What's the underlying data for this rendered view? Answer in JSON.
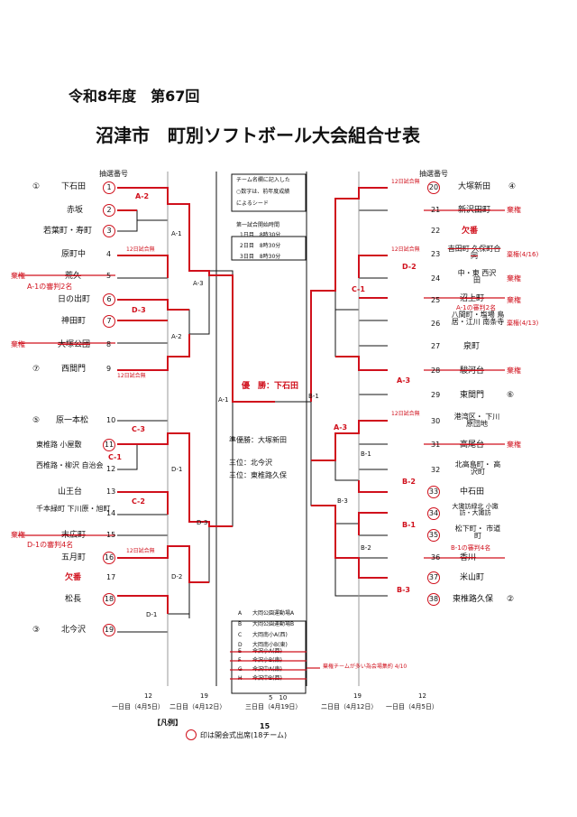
{
  "title": {
    "line1": "令和8年度　第67回",
    "line2": "沼津市　町別ソフトボール大会組合せ表"
  },
  "lottery_label": "抽選番号",
  "left_teams": [
    {
      "seed": "①",
      "name": "下石田",
      "no": "1"
    },
    {
      "name": "赤坂",
      "no": "2"
    },
    {
      "name": "若葉町・寿町",
      "no": "3"
    },
    {
      "name": "原町中",
      "no": "4"
    },
    {
      "side": "棄権",
      "name": "荒久",
      "no": "5"
    },
    {
      "name": "日の出町",
      "no": "6"
    },
    {
      "name": "神田町",
      "no": "7"
    },
    {
      "side": "棄権",
      "name": "大塚公団",
      "no": "8"
    },
    {
      "seed": "⑦",
      "name": "西間門",
      "no": "9"
    },
    {
      "seed": "⑤",
      "name": "原一本松",
      "no": "10"
    },
    {
      "name": "東椎路 小屋敷",
      "no": "11"
    },
    {
      "name": "西椎路・柳沢 自治会",
      "no": "12"
    },
    {
      "name": "山王台",
      "no": "13"
    },
    {
      "name": "千本緑町 下川原・旭町",
      "no": "14"
    },
    {
      "side": "棄権",
      "name": "末広町",
      "no": "15"
    },
    {
      "name": "五月町",
      "no": "16"
    },
    {
      "name": "欠番",
      "no": "17"
    },
    {
      "name": "松長",
      "no": "18"
    },
    {
      "seed": "③",
      "name": "北今沢",
      "no": "19"
    }
  ],
  "right_teams": [
    {
      "seed": "④",
      "name": "大塚新田",
      "no": "20"
    },
    {
      "name": "新沢田町",
      "no": "21",
      "side": "棄権"
    },
    {
      "name": "欠番",
      "no": "22"
    },
    {
      "name": "吉田町 久保町合同",
      "no": "23",
      "side": "棄権(4/16)"
    },
    {
      "name": "中・東 西沢田",
      "no": "24",
      "side": "棄権"
    },
    {
      "name": "沼上町",
      "no": "25",
      "side": "棄権"
    },
    {
      "name": "八間町・塩場 鳥居・江川 南条寺",
      "no": "26",
      "side": "棄権(4/13)"
    },
    {
      "name": "泉町",
      "no": "27"
    },
    {
      "name": "駿河台",
      "no": "28",
      "side": "棄権"
    },
    {
      "seed": "⑥",
      "name": "東間門",
      "no": "29"
    },
    {
      "name": "港湾区・ 下川原団地",
      "no": "30"
    },
    {
      "name": "高尾台",
      "no": "31",
      "side": "棄権"
    },
    {
      "name": "北高島町・ 高沢町",
      "no": "32"
    },
    {
      "name": "中石田",
      "no": "33"
    },
    {
      "name": "大諏訪緑北 小諏訪・大諏訪",
      "no": "34"
    },
    {
      "name": "松下町・ 市道町",
      "no": "35"
    },
    {
      "name": "香川",
      "no": "36"
    },
    {
      "name": "米山町",
      "no": "37"
    },
    {
      "seed": "②",
      "name": "東椎路久保",
      "no": "38"
    }
  ],
  "notes": {
    "a1_default": "A-1の審判2名",
    "d1_default": "D-1の審判4名",
    "a1_default_r": "A-1の審判2名",
    "b1_default": "B-1の審判4名",
    "day2_no_game": "12日試合無",
    "rule_box": [
      "チーム名欄に記入した",
      "○数字は、前年度成績",
      "によるシード"
    ],
    "start_title": "第一試合開始時間",
    "start_times": [
      "1日目　8時30分",
      "2日目　8時30分",
      "3日目　8時30分"
    ],
    "champion": "優　勝：下石田",
    "runner_up": "準優勝：大塚新田",
    "third1": "三位：北今沢",
    "third2": "三位：東椎路久保",
    "venues": [
      [
        "A",
        "大岡公園運動場A"
      ],
      [
        "B",
        "大岡公園運動場B"
      ],
      [
        "C",
        "大岡南小A(西)"
      ],
      [
        "D",
        "大岡南小B(東)"
      ],
      [
        "E",
        "今沢小A(西)"
      ],
      [
        "F",
        "今沢小B(東)"
      ],
      [
        "G",
        "今沢中A(東)"
      ],
      [
        "H",
        "今沢中B(西)"
      ]
    ],
    "venue_note": "棄権チームが多い為会場集約 4/10",
    "legend_title": "【凡例】",
    "legend_text": "印は開会式出席(18チーム)",
    "legend_num": "15"
  },
  "days": [
    "一日目（4月5日）",
    "二日目（4月12日）",
    "三日目（4月19日）",
    "二日目（4月12日）",
    "一日目（4月5日）"
  ],
  "day_nums": [
    "12",
    "19",
    "5　10",
    "19",
    "12"
  ],
  "match_labels": [
    "A-2",
    "A-1",
    "A-3",
    "D-3",
    "A-2",
    "C-3",
    "C-1",
    "D-1",
    "C-2",
    "D-3",
    "D-1",
    "D-2",
    "A-1",
    "B-1",
    "C-1",
    "D-2",
    "A-3",
    "A-3",
    "B-1",
    "B-2",
    "B-3",
    "B-2",
    "B-1",
    "B-3"
  ]
}
